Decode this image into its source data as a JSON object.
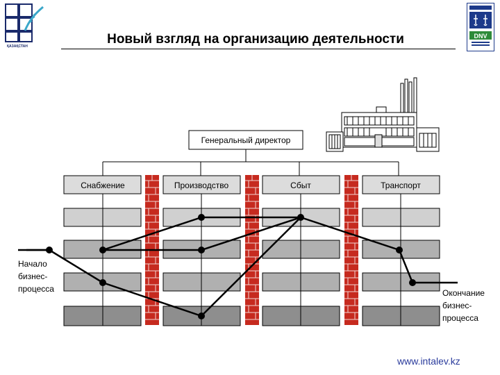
{
  "header": {
    "title": "Новый взгляд на организацию деятельности",
    "left_logo_text": "ҚАЗАҚСТАН",
    "right_logo_text": "DNV"
  },
  "diagram": {
    "director": "Генеральный директор",
    "departments": [
      "Снабжение",
      "Производство",
      "Сбыт",
      "Транспорт"
    ],
    "start_label": [
      "Начало",
      "бизнес-",
      "процесса"
    ],
    "end_label": [
      "Окончание",
      "бизнес-",
      "процесса"
    ]
  },
  "footer": {
    "url": "www.intalev.kz"
  },
  "colors": {
    "brick": "#c62a1f",
    "box_fill": "#d4d4d4",
    "dark_box_fill": "#a8a8a8",
    "line": "#000000",
    "link": "#2a3b9c"
  }
}
